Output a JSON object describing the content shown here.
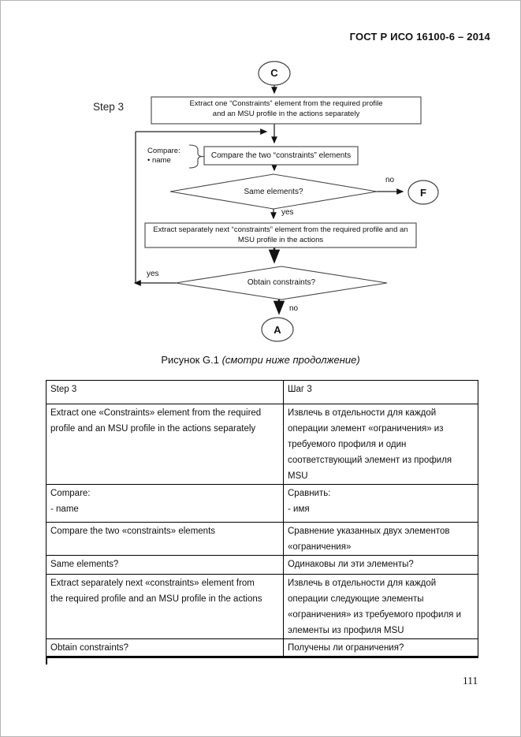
{
  "page": {
    "header": "ГОСТ Р ИСО 16100-6 – 2014",
    "page_number": "111"
  },
  "flowchart": {
    "step_label": "Step 3",
    "terminals": {
      "c": "C",
      "f": "F",
      "a": "A"
    },
    "box_extract_one": [
      "Extract one “Constraints” element from the required profile",
      "and an MSU profile in the actions separately"
    ],
    "compare_note": [
      "Compare:",
      "• name"
    ],
    "box_compare": "Compare the two “constraints” elements",
    "decision_same": "Same elements?",
    "label_no_same": "no",
    "label_yes_same": "yes",
    "box_extract_next": [
      "Extract separately next “constraints” element from the required profile and an",
      "MSU profile in the actions"
    ],
    "decision_obtain": "Obtain constraints?",
    "label_yes_obtain": "yes",
    "label_no_obtain": "no"
  },
  "caption": {
    "text": "Рисунок G.1",
    "note": "(смотри ниже продолжение)"
  },
  "table": {
    "rows": [
      {
        "en": [
          "Step 3"
        ],
        "ru": [
          "Шаг 3"
        ]
      },
      {
        "en": [
          "Extract one «Constraints» element from the required",
          "profile and an MSU profile in the actions separately"
        ],
        "ru": [
          "Извлечь в отдельности для каждой",
          "операции элемент «ограничения» из",
          "требуемого профиля и один",
          "соответствующий элемент из профиля",
          "MSU"
        ]
      },
      {
        "en": [
          "Compare:",
          "- name"
        ],
        "ru": [
          "Сравнить:",
          "- имя"
        ]
      },
      {
        "en": [
          "Compare the two «constraints» elements"
        ],
        "ru": [
          "Сравнение указанных двух элементов",
          "«ограничения»"
        ]
      },
      {
        "en": [
          "Same elements?"
        ],
        "ru": [
          "Одинаковы ли эти элементы?"
        ]
      },
      {
        "en": [
          "Extract separately next «constraints» element from",
          "the required profile and an MSU profile in the actions"
        ],
        "ru": [
          "Извлечь в отдельности для каждой",
          "операции следующие элементы",
          "«ограничения» из требуемого профиля и",
          "элементы из профиля MSU"
        ]
      },
      {
        "en": [
          "Obtain constraints?"
        ],
        "ru": [
          "Получены ли ограничения?"
        ]
      }
    ]
  }
}
